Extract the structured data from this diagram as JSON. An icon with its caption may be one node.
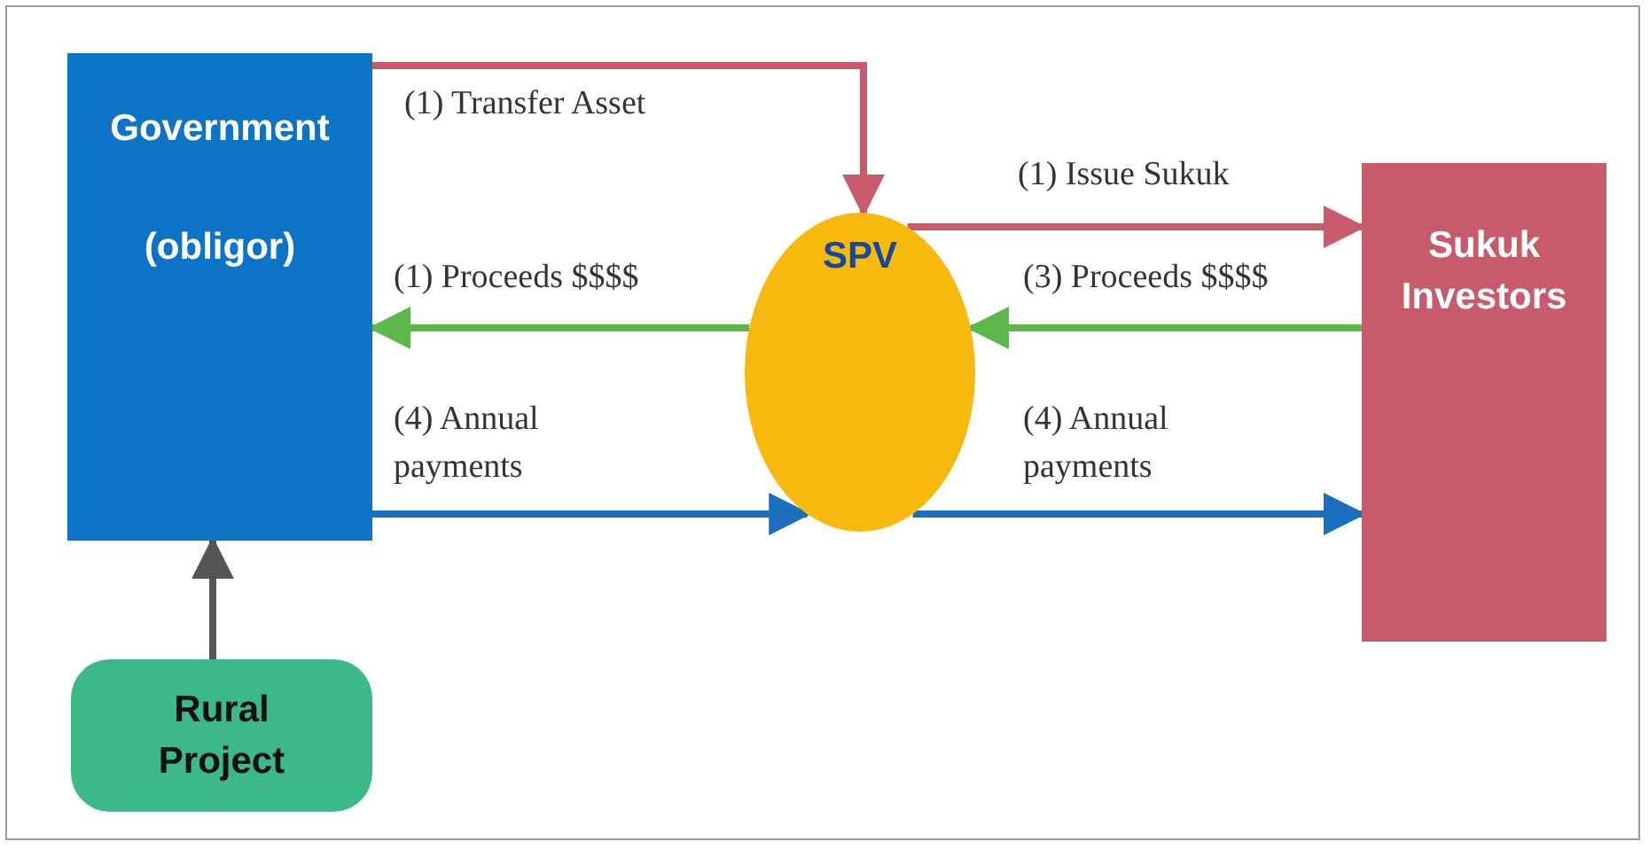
{
  "diagram": {
    "nodes": [
      {
        "text": [
          "Government",
          "(obligor)"
        ]
      },
      {
        "text": [
          "SPV"
        ]
      },
      {
        "text": [
          "Sukuk Investors"
        ]
      },
      {
        "text": [
          "Rural Project"
        ]
      }
    ],
    "edges": [
      {
        "from": 0,
        "to": 1,
        "arrow": "to",
        "label": "(1) Transfer Asset",
        "color": "#c75b6b"
      },
      {
        "from": 1,
        "to": 2,
        "arrow": "to",
        "label": "(1) Issue Sukuk",
        "color": "#c75b6b"
      },
      {
        "from": 1,
        "to": 0,
        "arrow": "to",
        "label": "(1) Proceeds $$$$",
        "color": "#5cb848"
      },
      {
        "from": 2,
        "to": 1,
        "arrow": "to",
        "label": "(3) Proceeds $$$$",
        "color": "#5cb848"
      },
      {
        "from": 0,
        "to": 1,
        "arrow": "to",
        "label": "(4) Annual payments",
        "color": "#1a6fbf"
      },
      {
        "from": 1,
        "to": 2,
        "arrow": "to",
        "label": "(4) Annual payments",
        "color": "#1a6fbf"
      },
      {
        "from": 3,
        "to": 0,
        "arrow": "to",
        "color": "#555555"
      }
    ]
  }
}
